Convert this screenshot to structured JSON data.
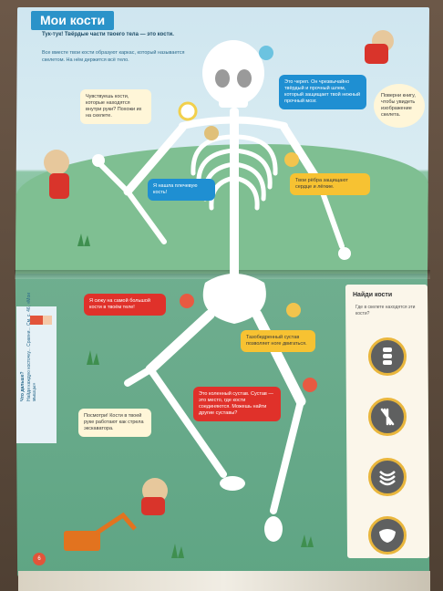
{
  "title": "Мои кости",
  "lead": "Тук-тук! Твёрдые части твоего тела — это кости.",
  "intro": "Все вместе твои кости образуют каркас, который называется скелетом. На нём держится всё тело.",
  "bubbles": {
    "hand_feel": "Чувствуешь кости, которые находятся внутри руки? Похожи их на скелете.",
    "skull": "Это череп. Он чрезвычайно твёрдый и прочный шлем, который защищает твой нежный прочный мозг.",
    "turn_head": "Поверни книгу, чтобы увидеть изображение скелета.",
    "shoulder": "Я нашла плечевую кость!",
    "ribs": "Твои рёбра защищают сердце и лёгкие.",
    "arm_bone": "Я сижу на самой большой кости в твоём теле!",
    "hip": "Тазобедренный сустав позволяет ноге двигаться.",
    "knee": "Это коленный сустав. Сустав — это место, где кости соединяются. Можешь найти другие суставы?",
    "excavator": "Посмотри! Кости в твоей руке работают как стрела экскаватора."
  },
  "find_bones": {
    "title": "Найди кости",
    "question": "Где в скелете находятся эти кости?"
  },
  "more": {
    "title": "Что дальше?",
    "text": "Найди каждую косточку... Сравни... См. с. 46, «Мои мышцы»"
  },
  "page_number": "6",
  "colors": {
    "sky": "#d9ecf2",
    "grass": "#5fa584",
    "title_blue": "#2b93c9",
    "bubble_blue": "#1f8fd2",
    "bubble_yellow": "#f7c232",
    "bubble_red": "#e0312a",
    "find_border": "#e9b63c"
  }
}
